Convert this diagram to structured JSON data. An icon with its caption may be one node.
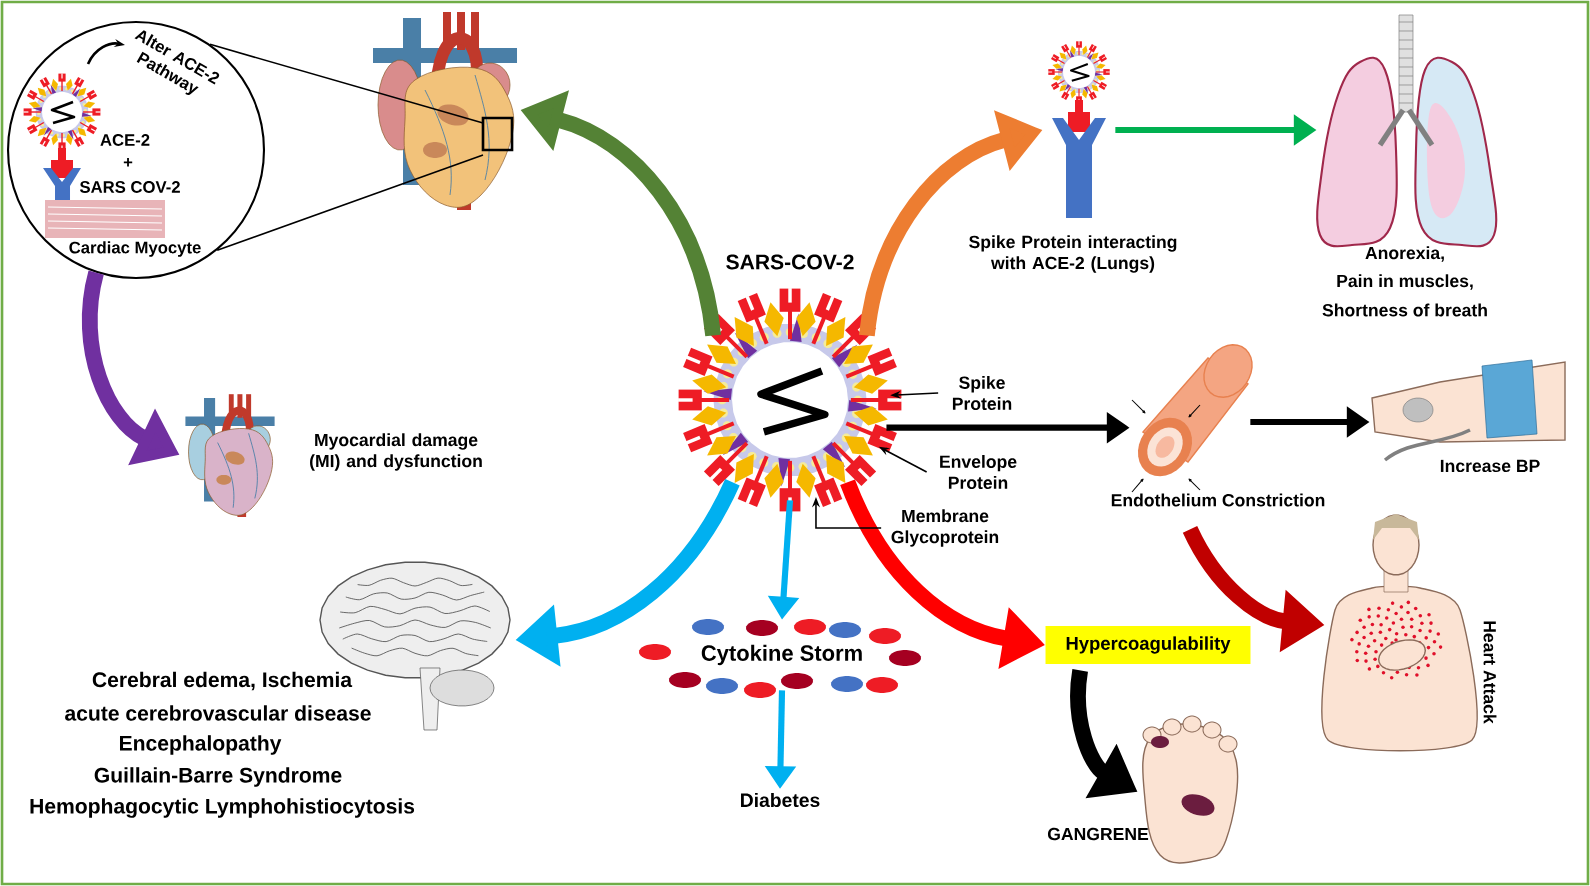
{
  "diagram": {
    "nodes": [
      {
        "text": [
          "SARS-COV-2"
        ]
      },
      {
        "text": [
          "Alter ACE-2 Pathway",
          "ACE-2",
          "+",
          "SARS COV-2",
          "Cardiac Myocyte"
        ]
      },
      {
        "text": [],
        "shape": "picture"
      },
      {
        "text": [],
        "shape": "picture",
        "beside": [
          "Myocardial damage (MI) and dysfunction"
        ]
      },
      {
        "text": [],
        "shape": "picture",
        "beside": [
          "Spike Protein interacting with ACE-2 (Lungs)"
        ]
      },
      {
        "text": [],
        "shape": "picture",
        "beside": [
          "Anorexia,",
          "Pain in muscles,",
          "Shortness of breath"
        ]
      },
      {
        "text": [],
        "shape": "picture",
        "beside": [
          "Endothelium Constriction"
        ]
      },
      {
        "text": [],
        "shape": "picture",
        "beside": [
          "Increase BP"
        ]
      },
      {
        "text": [],
        "shape": "picture",
        "beside": [
          "Heart Attack"
        ]
      },
      {
        "text": [
          "Hypercoagulability"
        ]
      },
      {
        "text": [],
        "shape": "picture",
        "beside": [
          "GANGRENE"
        ]
      },
      {
        "text": [
          "Cytokine Storm"
        ]
      },
      {
        "text": [
          "Diabetes"
        ]
      },
      {
        "text": [],
        "shape": "picture",
        "beside": [
          "Cerebral edema, Ischemia",
          "acute cerebrovascular disease",
          "Encephalopathy",
          "Guillain-Barre Syndrome",
          "Hemophagocytic Lymphohistiocytosis"
        ]
      },
      {
        "text": [
          "Spike Protein"
        ]
      },
      {
        "text": [
          "Envelope Protein"
        ]
      },
      {
        "text": [
          "Membrane Glycoprotein"
        ]
      }
    ],
    "edges": [
      {
        "from": 0,
        "to": 2,
        "arrow": "to",
        "style": "thick",
        "color": "#548235"
      },
      {
        "from": 0,
        "to": 4,
        "arrow": "to",
        "style": "thick",
        "color": "#ed7d31"
      },
      {
        "from": 1,
        "to": 2,
        "arrow": "none"
      },
      {
        "from": 1,
        "to": 2,
        "arrow": "none"
      },
      {
        "from": 1,
        "to": 3,
        "arrow": "to",
        "style": "thick",
        "color": "#7030a0"
      },
      {
        "from": 4,
        "to": 5,
        "arrow": "to",
        "color": "#00b050"
      },
      {
        "from": 0,
        "to": 6,
        "arrow": "to",
        "color": "#000000"
      },
      {
        "from": 6,
        "to": 7,
        "arrow": "to",
        "color": "#000000"
      },
      {
        "from": 6,
        "to": 8,
        "arrow": "to",
        "style": "thick",
        "color": "#c00000"
      },
      {
        "from": 0,
        "to": 9,
        "arrow": "to",
        "style": "thick",
        "color": "#ff0000"
      },
      {
        "from": 9,
        "to": 10,
        "arrow": "to",
        "style": "thick",
        "color": "#000000"
      },
      {
        "from": 0,
        "to": 11,
        "arrow": "to",
        "color": "#00b0f0"
      },
      {
        "from": 11,
        "to": 12,
        "arrow": "to",
        "color": "#00b0f0"
      },
      {
        "from": 0,
        "to": 13,
        "arrow": "to",
        "style": "thick",
        "color": "#00b0f0"
      },
      {
        "from": 14,
        "to": 0,
        "arrow": "to"
      },
      {
        "from": 15,
        "to": 0,
        "arrow": "to"
      },
      {
        "from": 16,
        "to": 0,
        "arrow": "to"
      }
    ]
  }
}
